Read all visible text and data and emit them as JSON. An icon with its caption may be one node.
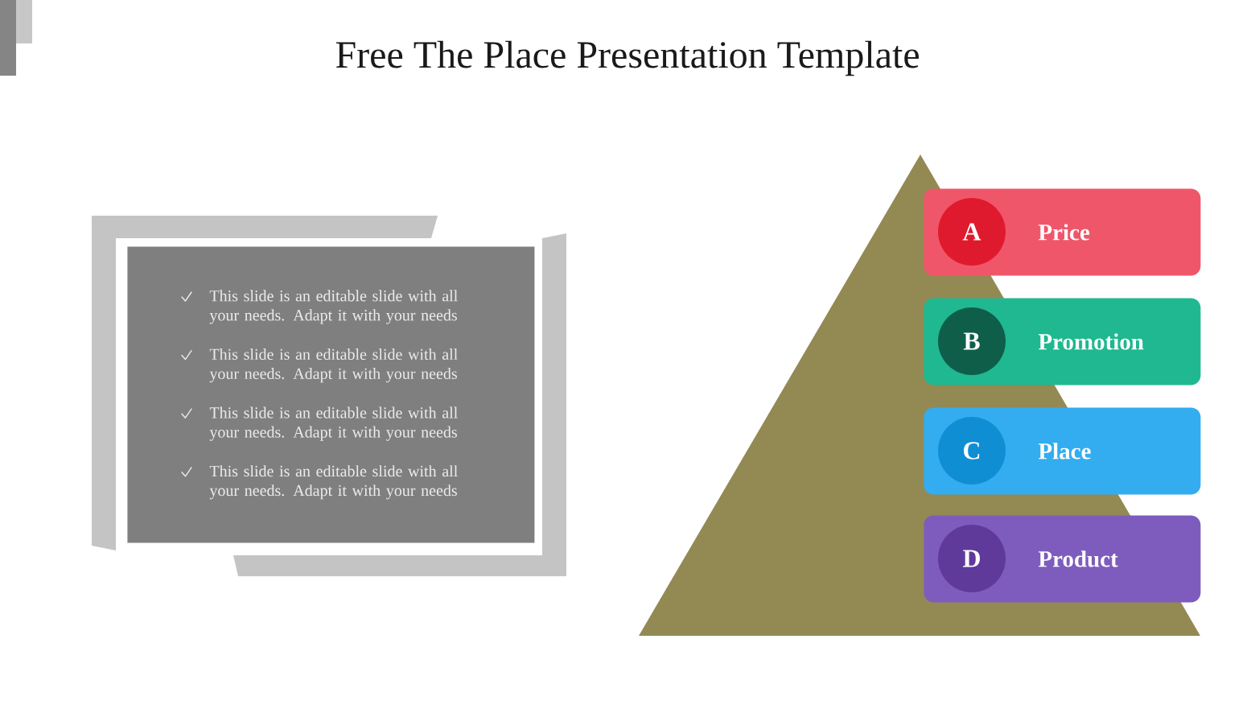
{
  "diagram": {
    "title": "Free The Place Presentation Template",
    "nodes": [
      {
        "text": [
          "This slide is an editable slide with all your needs. Adapt it with your needs",
          "This slide is an editable slide with all your needs. Adapt it with your needs",
          "This slide is an editable slide with all your needs. Adapt it with your needs",
          "This slide is an editable slide with all your needs. Adapt it with your needs"
        ]
      },
      {
        "text": [
          "Price"
        ]
      },
      {
        "text": [
          "A"
        ],
        "in": 1
      },
      {
        "text": [
          "Promotion"
        ]
      },
      {
        "text": [
          "B"
        ],
        "in": 3
      },
      {
        "text": [
          "Place"
        ]
      },
      {
        "text": [
          "C"
        ],
        "in": 5
      },
      {
        "text": [
          "Product"
        ]
      },
      {
        "text": [
          "D"
        ],
        "in": 7
      }
    ]
  }
}
